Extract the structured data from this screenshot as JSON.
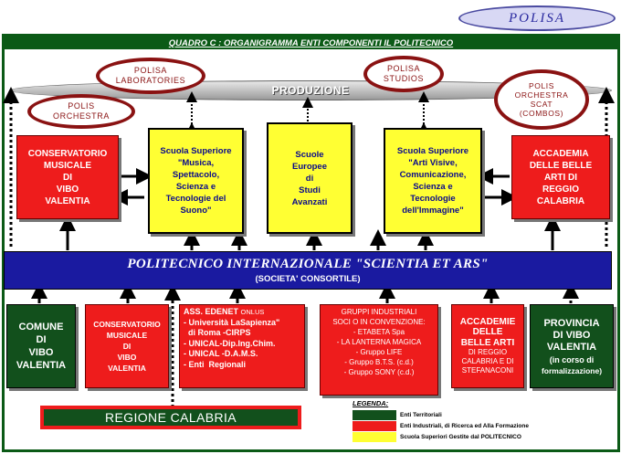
{
  "badge": "POLISA",
  "header": "QUADRO C : ORGANIGRAMMA ENTI COMPONENTI  IL POLITECNICO",
  "production": "PRODUZIONE",
  "ellipses": {
    "laboratories": "POLISA\nLABORATORIES",
    "studios": "POLISA\nSTUDIOS",
    "orchestra": "POLIS\nORCHESTRA",
    "scat": "POLIS\nORCHESTRA\nSCAT\n(COMBOS)"
  },
  "top_boxes": {
    "conservatorio": "CONSERVATORIO\nMUSICALE\nDI\nVIBO\nVALENTIA",
    "scuola_musica": "Scuola Superiore\n\"Musica,\nSpettacolo,\nScienza e\nTecnologie del\nSuono\"",
    "scuole_europee": "Scuole\nEuropee\ndi\nStudi\nAvanzati",
    "scuola_arti": "Scuola Superiore\n\"Arti Visive,\nComunicazione,\nScienza e\nTecnologie\ndell'Immagine\"",
    "accademia": "ACCADEMIA\nDELLE BELLE\nARTI DI\nREGGIO\nCALABRIA"
  },
  "banner": {
    "title": "POLITECNICO INTERNAZIONALE \"SCIENTIA ET ARS\"",
    "subtitle": "(SOCIETA' CONSORTILE)"
  },
  "bottom_boxes": {
    "comune": "COMUNE\nDI\nVIBO\nVALENTIA",
    "conservatorio": "CONSERVATORIO\nMUSICALE\nDI\nVIBO\nVALENTIA",
    "edenet_title": "ASS. EDENET",
    "edenet_suffix": "ONLUS",
    "edenet_items": [
      "- Università LaSapienza\"",
      "  di Roma -CIRPS",
      "- UNICAL-Dip.Ing.Chim.",
      "- UNICAL -D.A.M.S.",
      "- Enti  Regionali"
    ],
    "gruppi_title": "GRUPPI INDUSTRIALI\nSOCI O IN CONVENZIONE:",
    "gruppi_items": [
      "- ETABETA Spa",
      "- LA LANTERNA MAGICA",
      "- Gruppo LIFE",
      "- Gruppo B.T.S. (c.d.)",
      "- Gruppo SONY (c.d.)"
    ],
    "accademie_title": "ACCADEMIE\nDELLE\nBELLE ARTI",
    "accademie_sub": "DI REGGIO\nCALABRIA E DI\nSTEFANACONI",
    "provincia_title": "PROVINCIA\nDI VIBO\nVALENTIA",
    "provincia_sub1": "(in corso di",
    "provincia_sub2": "formalizzazione)"
  },
  "region": "REGIONE CALABRIA",
  "legend": {
    "title": "LEGENDA:",
    "items": [
      {
        "label": "Enti Territoriali",
        "color": "#12501c"
      },
      {
        "label": "Enti Industriali, di Ricerca ed Alla Formazione",
        "color": "#ee1c1c"
      },
      {
        "label": "Scuola Superiori Gestite dal POLITECNICO",
        "color": "#ffff33"
      }
    ]
  },
  "colors": {
    "red": "#ee1c1c",
    "yellow": "#ffff33",
    "green": "#12501c",
    "navy": "#1a1aa0",
    "outer_border": "#0b5a16",
    "maroon": "#8a1212"
  }
}
